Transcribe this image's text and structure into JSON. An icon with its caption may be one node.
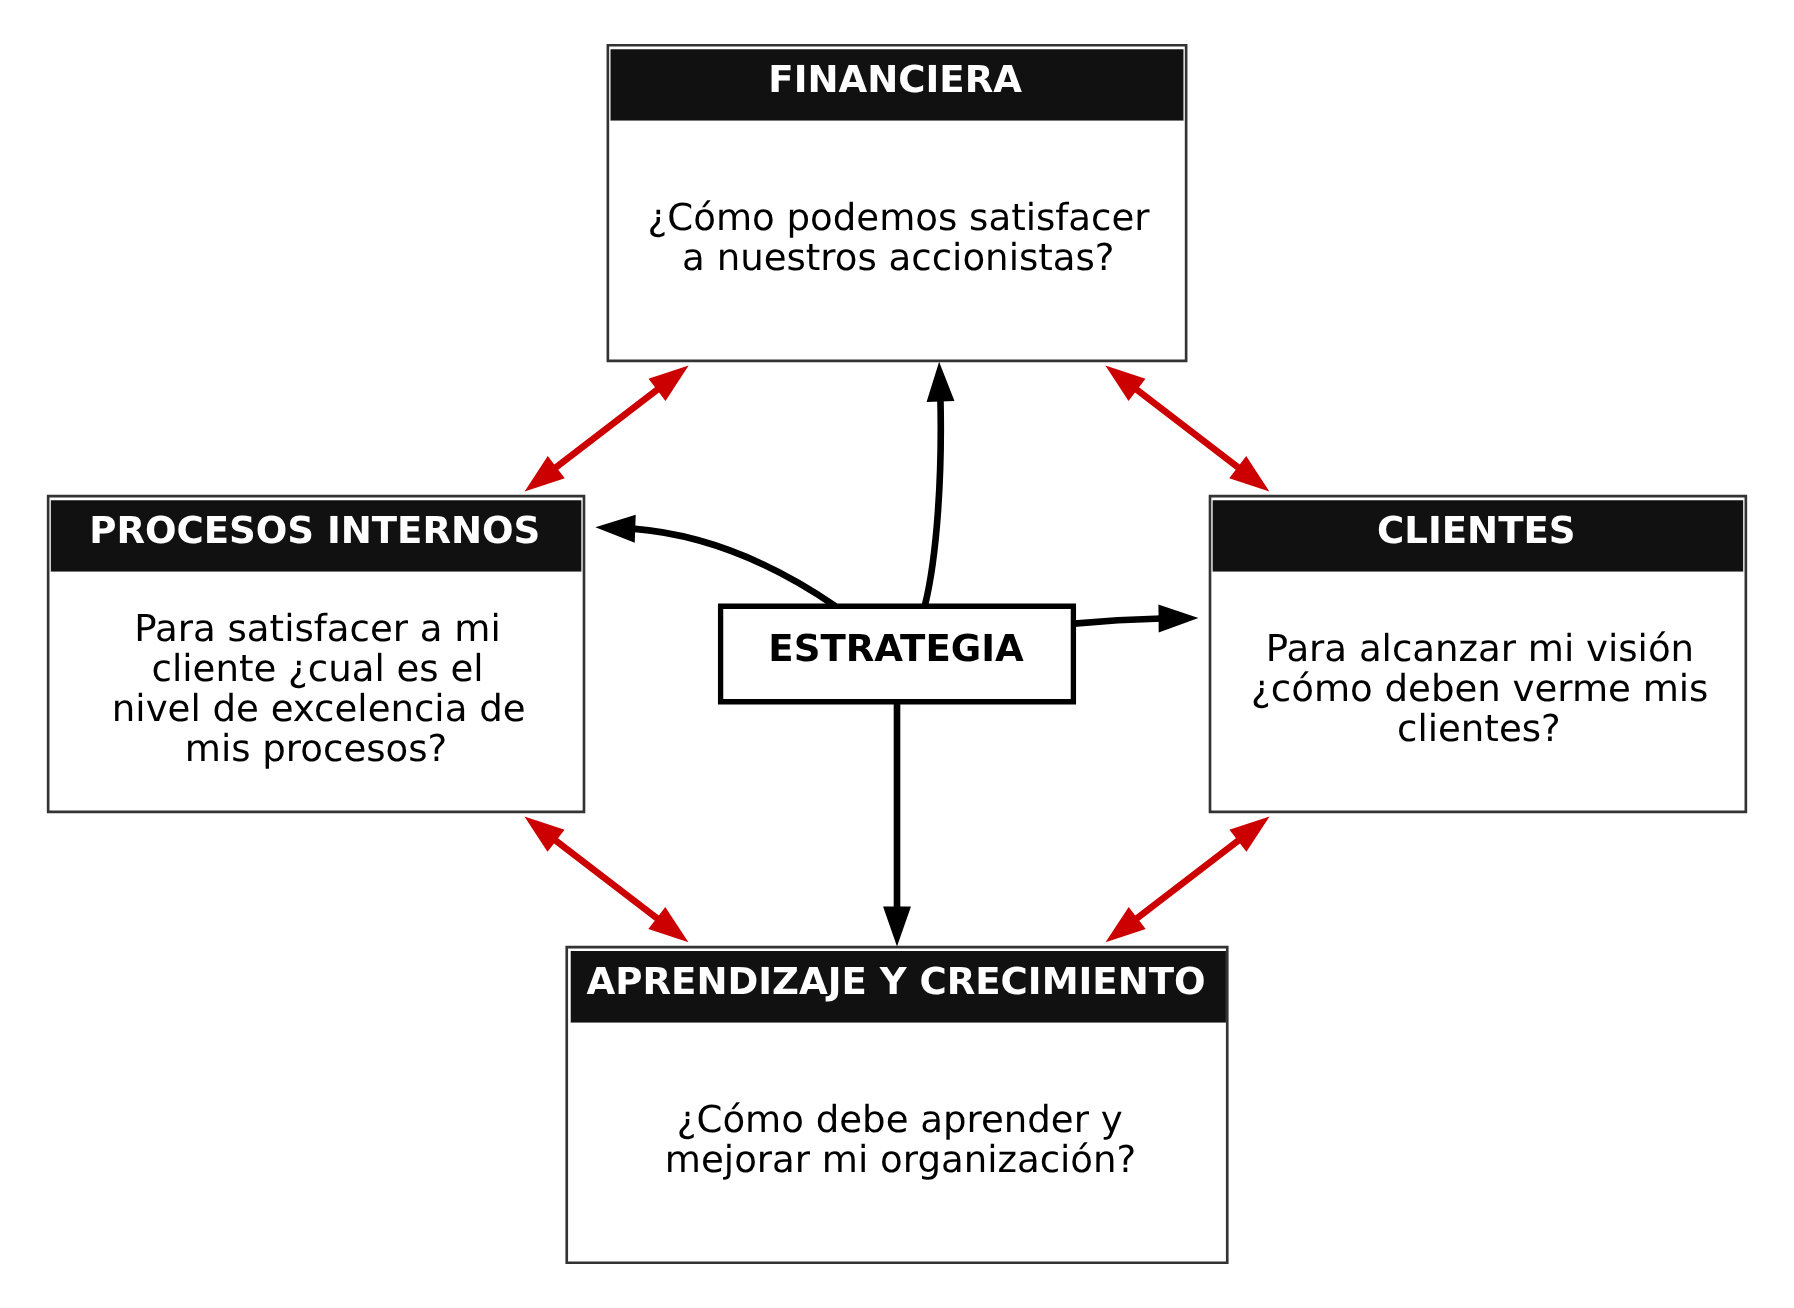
{
  "diagram": {
    "nodes": [
      {
        "text": [
          "FINANCIERA",
          "¿Cómo podemos satisfacer a nuestros accionistas?"
        ]
      },
      {
        "text": [
          "PROCESOS INTERNOS",
          "Para satisfacer a mi cliente ¿cual es el nivel de excelencia de mis procesos?"
        ]
      },
      {
        "text": [
          "ESTRATEGIA"
        ]
      },
      {
        "text": [
          "CLIENTES",
          "Para alcanzar mi visión ¿cómo deben verme mis clientes?"
        ]
      },
      {
        "text": [
          "APRENDIZAJE Y CRECIMIENTO",
          "¿Cómo debe aprender y mejorar mi organización?"
        ]
      }
    ],
    "edges": [
      {
        "from": 2,
        "to": 0,
        "arrow": "to"
      },
      {
        "from": 2,
        "to": 1,
        "arrow": "to"
      },
      {
        "from": 2,
        "to": 3,
        "arrow": "to"
      },
      {
        "from": 2,
        "to": 4,
        "arrow": "to"
      },
      {
        "from": 1,
        "to": 0,
        "arrow": "both",
        "color": "#cc0000"
      },
      {
        "from": 0,
        "to": 3,
        "arrow": "both",
        "color": "#cc0000"
      },
      {
        "from": 1,
        "to": 4,
        "arrow": "both",
        "color": "#cc0000"
      },
      {
        "from": 4,
        "to": 3,
        "arrow": "both",
        "color": "#cc0000"
      }
    ]
  }
}
